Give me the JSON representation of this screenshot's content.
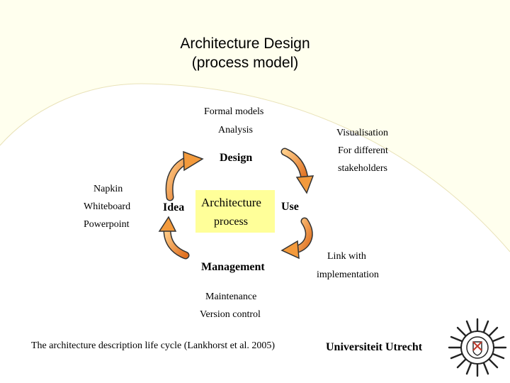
{
  "slide": {
    "title_line1": "Architecture Design",
    "title_line2": "(process model)"
  },
  "diagram": {
    "center_line1": "Architecture",
    "center_line2": "process",
    "top": "Design",
    "left": "Idea",
    "right": "Use",
    "bottom": "Management",
    "notes": {
      "formal_models": "Formal models",
      "analysis": "Analysis",
      "visualisation": "Visualisation",
      "for_different": "For different",
      "stakeholders": "stakeholders",
      "napkin": "Napkin",
      "whiteboard": "Whiteboard",
      "powerpoint": "Powerpoint",
      "link_with": "Link with",
      "implementation": "implementation",
      "maintenance": "Maintenance",
      "version_control": "Version control"
    },
    "arrow_color": "#ff9933"
  },
  "footer": {
    "caption": "The architecture description life cycle (Lankhorst et al. 2005)",
    "university": "Universiteit Utrecht"
  },
  "colors": {
    "background_tint": "#ffffee",
    "center_box": "#ffff99"
  }
}
